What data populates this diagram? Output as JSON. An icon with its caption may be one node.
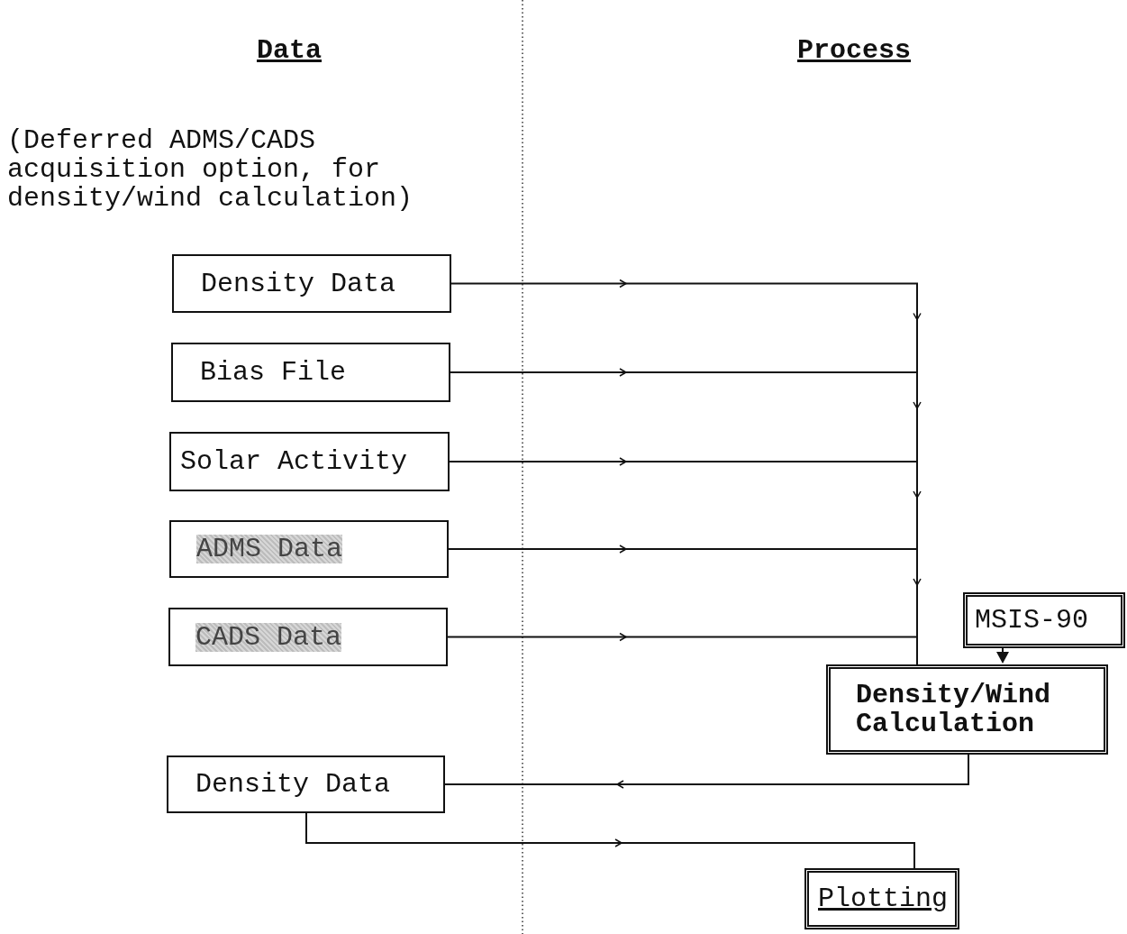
{
  "diagram": {
    "nodes": [
      {
        "text": [
          "Density Data"
        ]
      },
      {
        "text": [
          "Bias File"
        ]
      },
      {
        "text": [
          "Solar Activity"
        ]
      },
      {
        "text": [
          "ADMS Data"
        ]
      },
      {
        "text": [
          "CADS Data"
        ]
      },
      {
        "text": [
          "MSIS-90"
        ]
      },
      {
        "text": [
          "Density/Wind Calculation"
        ]
      },
      {
        "text": [
          "Density Data"
        ]
      },
      {
        "text": [
          "Plotting"
        ]
      }
    ],
    "edges": [
      {
        "from": 0,
        "to": 6,
        "arrow": "to"
      },
      {
        "from": 1,
        "to": 6,
        "arrow": "to"
      },
      {
        "from": 2,
        "to": 6,
        "arrow": "to"
      },
      {
        "from": 3,
        "to": 6,
        "arrow": "to"
      },
      {
        "from": 4,
        "to": 6,
        "arrow": "to"
      },
      {
        "from": 5,
        "to": 6,
        "arrow": "to",
        "style": "dashed"
      },
      {
        "from": 6,
        "to": 7,
        "arrow": "to"
      },
      {
        "from": 7,
        "to": 8,
        "arrow": "to"
      }
    ],
    "labels": [
      "Data",
      "Process",
      "(Deferred ADMS/CADS acquisition option, for density/wind calculation)"
    ]
  }
}
